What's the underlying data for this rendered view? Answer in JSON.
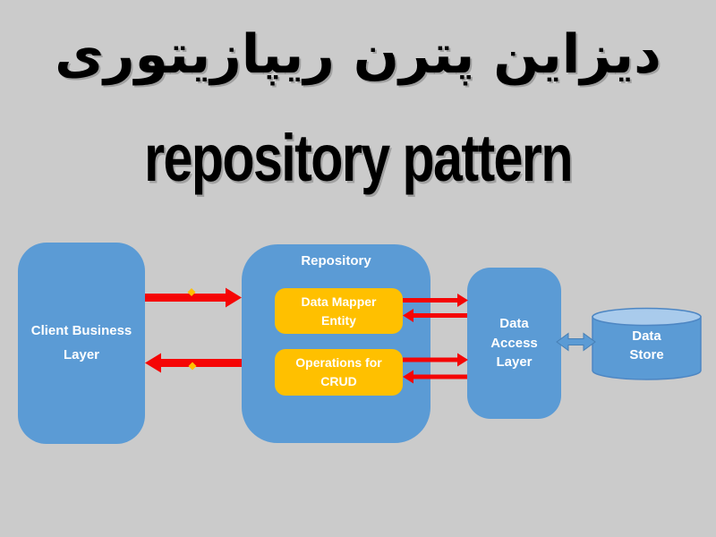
{
  "title": {
    "persian": "دیزاین پترن ریپازیتوری",
    "english": "repository pattern"
  },
  "diagram": {
    "nodes": {
      "client": {
        "label": "Client Business\nLayer"
      },
      "repository": {
        "label": "Repository"
      },
      "data_mapper": {
        "label": "Data Mapper\nEntity"
      },
      "operations_crud": {
        "label": "Operations for\nCRUD"
      },
      "data_access": {
        "label": "Data\nAccess\nLayer"
      },
      "data_store": {
        "label": "Data\nStore",
        "shape": "cylinder"
      }
    },
    "connections": [
      {
        "from": "client",
        "to": "repository",
        "direction": "right",
        "style": "thick-red"
      },
      {
        "from": "repository",
        "to": "client",
        "direction": "left",
        "style": "thick-red"
      },
      {
        "from": "data_mapper",
        "to": "data_access",
        "direction": "right",
        "style": "thin-red"
      },
      {
        "from": "data_access",
        "to": "data_mapper",
        "direction": "left",
        "style": "thin-red"
      },
      {
        "from": "operations_crud",
        "to": "data_access",
        "direction": "right",
        "style": "thin-red"
      },
      {
        "from": "data_access",
        "to": "operations_crud",
        "direction": "left",
        "style": "thin-red"
      },
      {
        "from": "data_access",
        "to": "data_store",
        "direction": "both",
        "style": "blue-double"
      }
    ]
  },
  "colors": {
    "background": "#cbcbcb",
    "node_blue": "#5b9bd5",
    "node_blue_outline": "#4d86c3",
    "node_gold": "#ffc000",
    "arrow_red": "#f50505",
    "arrow_blue": "#5b9bd5",
    "cylinder_top": "#a9cbec",
    "handle_gold": "#ffc000",
    "title_text": "#000000",
    "node_text": "#ffffff"
  }
}
